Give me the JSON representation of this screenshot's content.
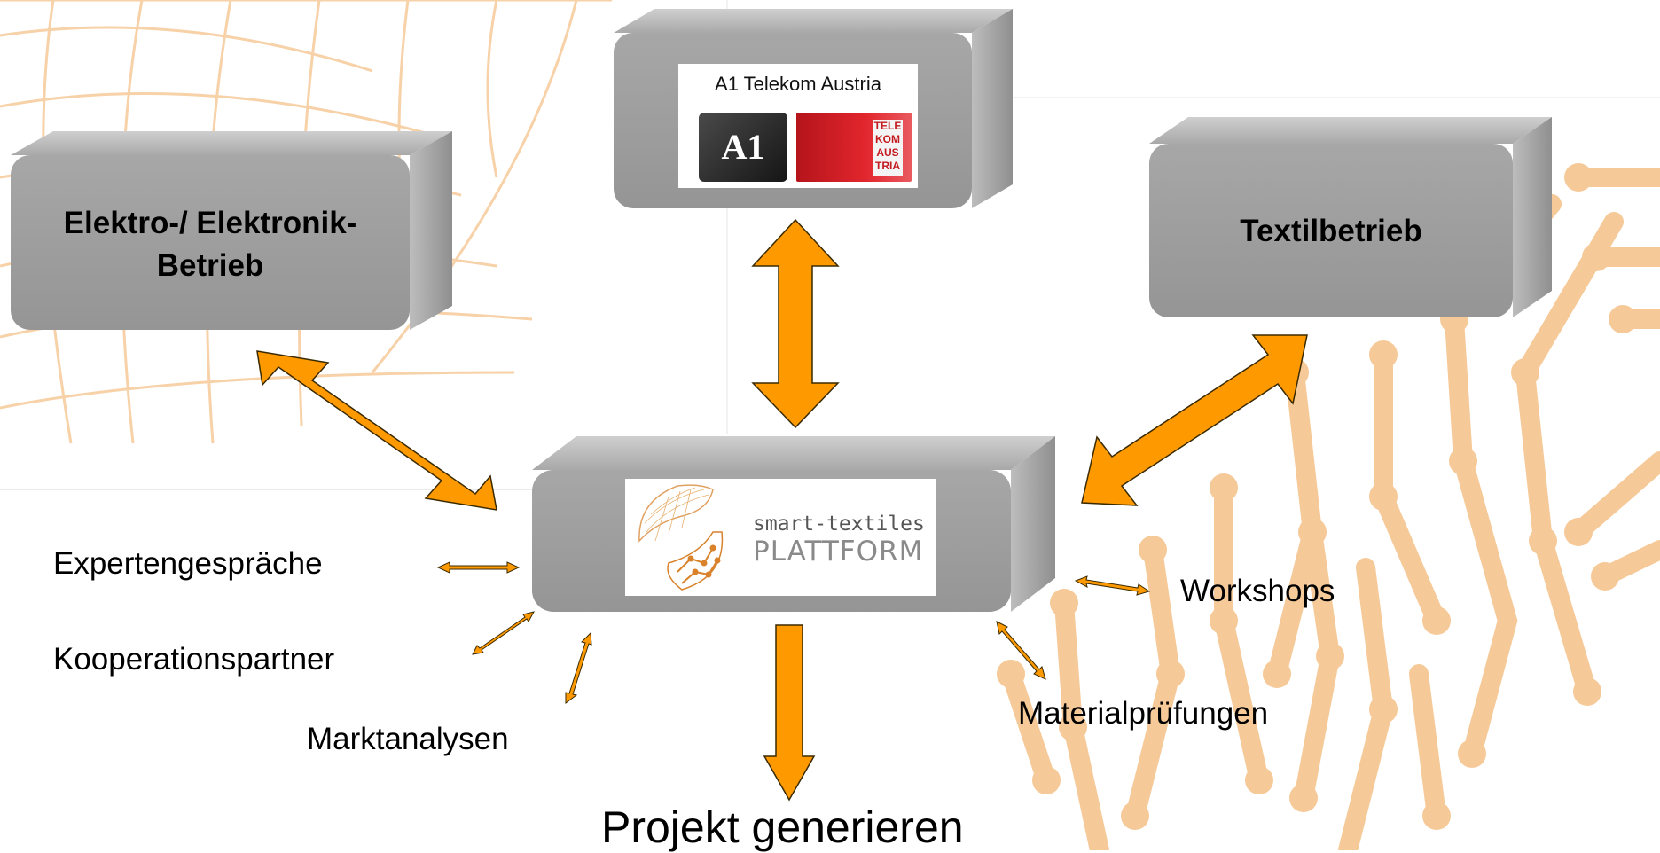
{
  "nodes": {
    "elektro": {
      "label_line1": "Elektro-/ Elektronik-",
      "label_line2": "Betrieb"
    },
    "textil": {
      "label": "Textilbetrieb"
    },
    "a1": {
      "title": "A1 Telekom Austria",
      "logo_a1_text": "A1",
      "logo_tka_lines": [
        "TELE",
        "KOM",
        "AUS",
        "TRIA"
      ]
    },
    "platform": {
      "logo_line1": "smart-textiles",
      "logo_line2": "PLATTFORM"
    }
  },
  "activities": {
    "expertengespraeche": "Expertengespräche",
    "kooperationspartner": "Kooperationspartner",
    "marktanalysen": "Marktanalysen",
    "workshops": "Workshops",
    "materialpruefungen": "Materialprüfungen"
  },
  "result": {
    "label": "Projekt generieren"
  },
  "colors": {
    "arrow_fill": "#FF9900",
    "arrow_stroke": "#3a2a00",
    "box_face": "#9d9d9d",
    "box_top": "#bdbdbd",
    "box_side": "#8a8a8a",
    "decor_orange": "#f6c998",
    "a1_logo_dark": "#2a2a2a",
    "tka_red": "#d8232a",
    "platform_text_orange": "#e0791f",
    "platform_text_gray": "#8a8a8a"
  }
}
